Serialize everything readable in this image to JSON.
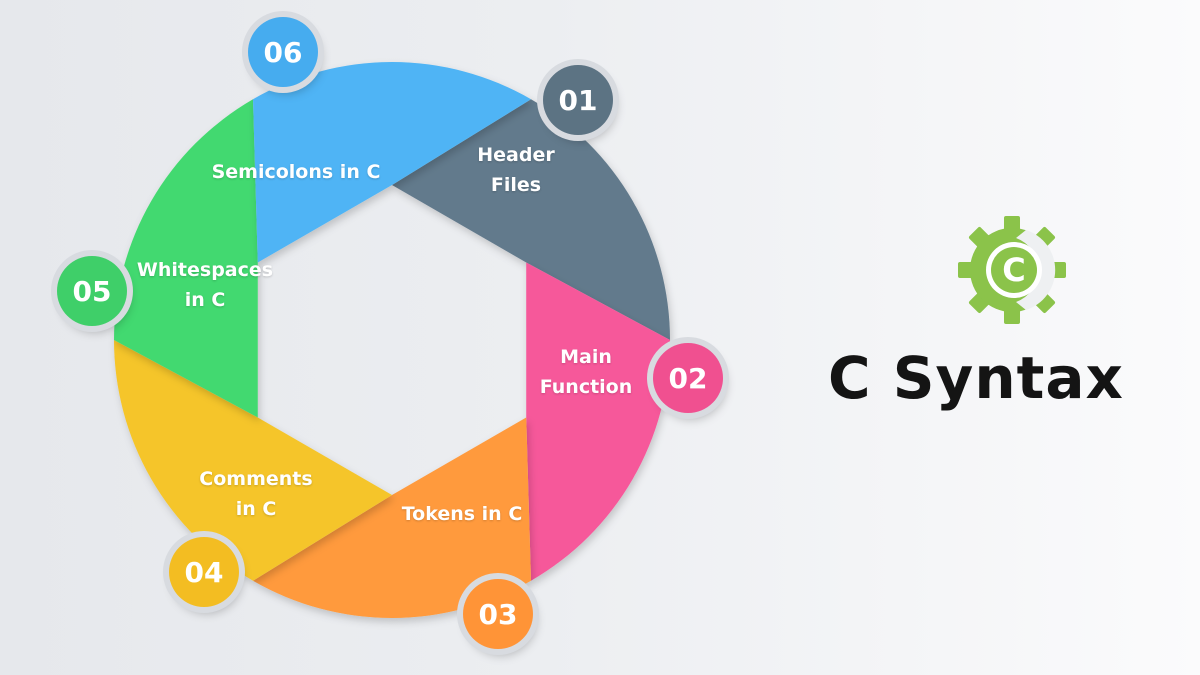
{
  "title": "C Syntax",
  "logo": {
    "icon": "gear-c-icon",
    "letter": "C",
    "color": "#8bc34a"
  },
  "segments": [
    {
      "number": "01",
      "lines": [
        "Header",
        "Files"
      ],
      "color": "#627a8c",
      "badge_color": "#5c7383"
    },
    {
      "number": "02",
      "lines": [
        "Main",
        "Function"
      ],
      "color": "#f6589a",
      "badge_color": "#f05090"
    },
    {
      "number": "03",
      "lines": [
        "Tokens in C"
      ],
      "color": "#ff9a3c",
      "badge_color": "#ff9437"
    },
    {
      "number": "04",
      "lines": [
        "Comments",
        "in C"
      ],
      "color": "#f5c52a",
      "badge_color": "#f3bd22"
    },
    {
      "number": "05",
      "lines": [
        "Whitespaces",
        "in C"
      ],
      "color": "#43d96f",
      "badge_color": "#3fcf69"
    },
    {
      "number": "06",
      "lines": [
        "Semicolons in C"
      ],
      "color": "#4fb4f5",
      "badge_color": "#46acef"
    }
  ]
}
